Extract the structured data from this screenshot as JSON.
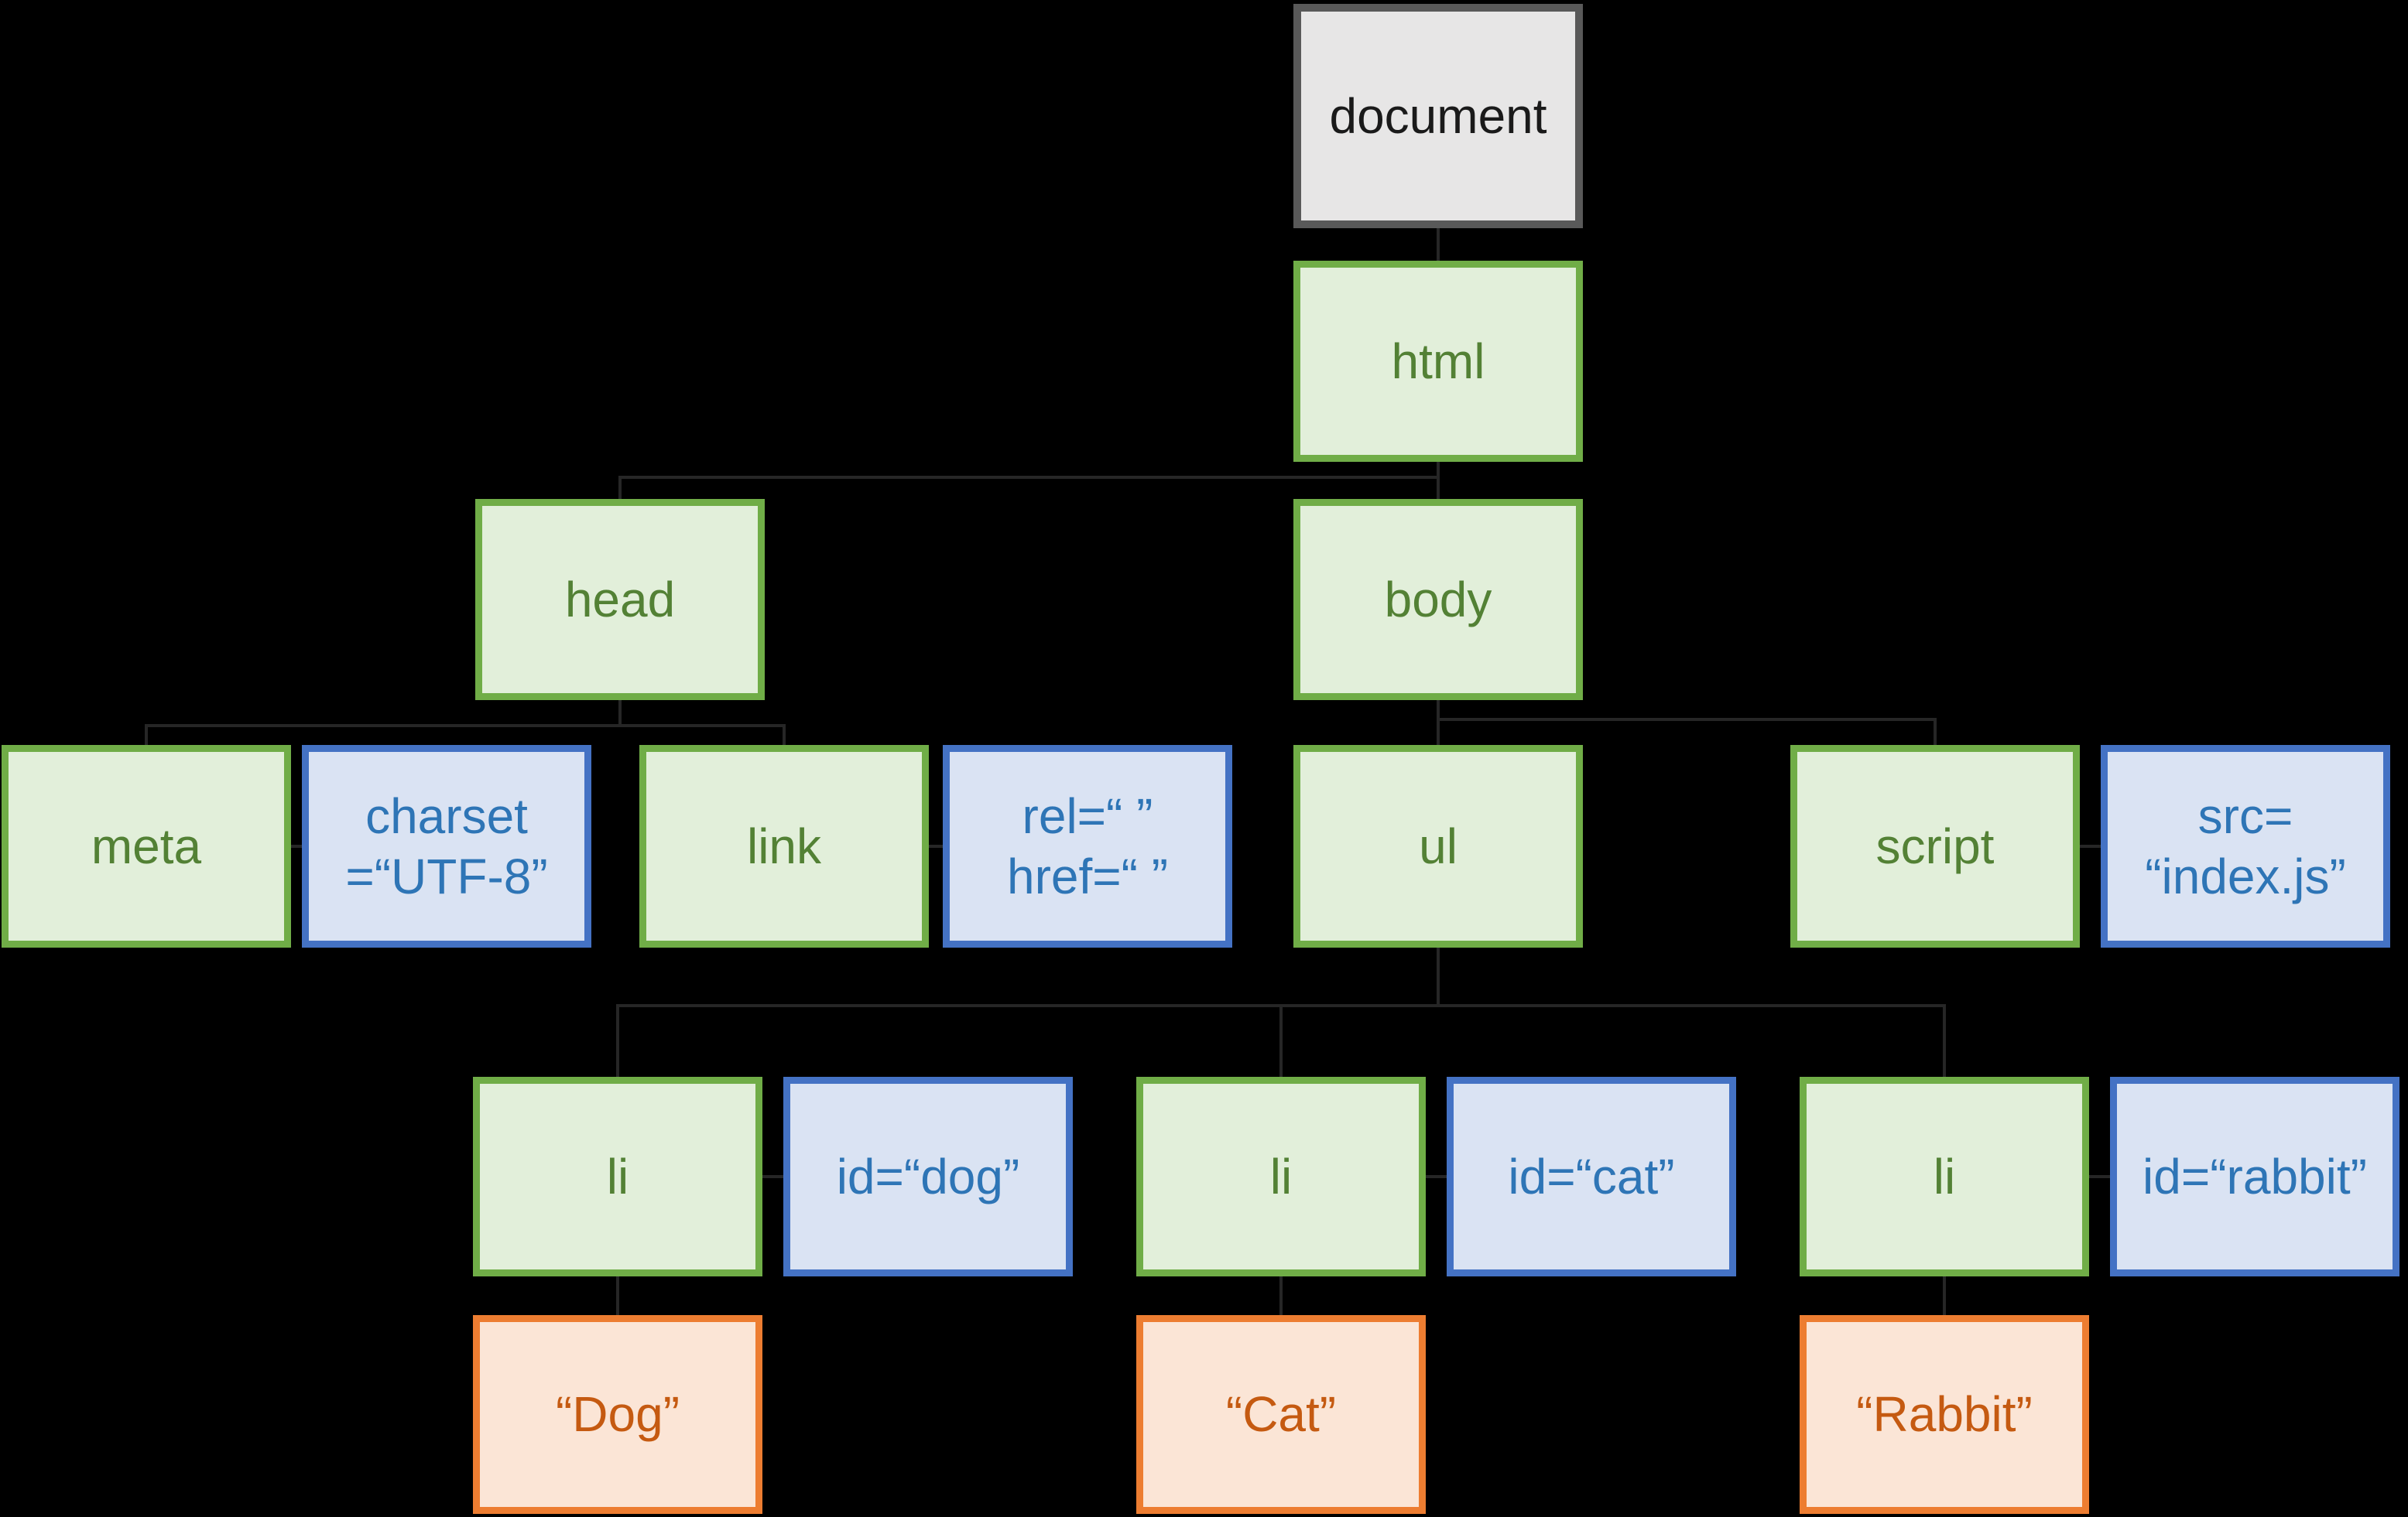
{
  "colors": {
    "background": "#000000",
    "line": "#262626",
    "document_fill": "#e7e6e6",
    "document_border": "#595959",
    "document_text": "#1a1a1a",
    "element_fill": "#e2efda",
    "element_border": "#70ad47",
    "element_text": "#538135",
    "attribute_fill": "#dae3f3",
    "attribute_border": "#4472c4",
    "attribute_text": "#2e75b6",
    "text_fill": "#fbe5d6",
    "text_border": "#ed7d31",
    "text_text": "#c55a11"
  },
  "nodes": {
    "document": {
      "label": "document",
      "type": "document"
    },
    "html": {
      "label": "html",
      "type": "element"
    },
    "head": {
      "label": "head",
      "type": "element"
    },
    "body": {
      "label": "body",
      "type": "element"
    },
    "meta": {
      "label": "meta",
      "type": "element"
    },
    "charset": {
      "label": "charset\n=“UTF-8”",
      "type": "attribute"
    },
    "link": {
      "label": "link",
      "type": "element"
    },
    "rel_href": {
      "label": "rel=“ ”\nhref=“ ”",
      "type": "attribute"
    },
    "ul": {
      "label": "ul",
      "type": "element"
    },
    "script": {
      "label": "script",
      "type": "element"
    },
    "src": {
      "label": "src=\n“index.js”",
      "type": "attribute"
    },
    "li_dog": {
      "label": "li",
      "type": "element"
    },
    "id_dog": {
      "label": "id=“dog”",
      "type": "attribute"
    },
    "li_cat": {
      "label": "li",
      "type": "element"
    },
    "id_cat": {
      "label": "id=“cat”",
      "type": "attribute"
    },
    "li_rabbit": {
      "label": "li",
      "type": "element"
    },
    "id_rabbit": {
      "label": "id=“rabbit”",
      "type": "attribute"
    },
    "text_dog": {
      "label": "“Dog”",
      "type": "text"
    },
    "text_cat": {
      "label": "“Cat”",
      "type": "text"
    },
    "text_rabbit": {
      "label": "“Rabbit”",
      "type": "text"
    }
  },
  "edges": [
    [
      "document",
      "html"
    ],
    [
      "html",
      "head"
    ],
    [
      "html",
      "body"
    ],
    [
      "head",
      "meta"
    ],
    [
      "head",
      "link"
    ],
    [
      "body",
      "ul"
    ],
    [
      "body",
      "script"
    ],
    [
      "ul",
      "li_dog"
    ],
    [
      "ul",
      "li_cat"
    ],
    [
      "ul",
      "li_rabbit"
    ],
    [
      "li_dog",
      "text_dog"
    ],
    [
      "li_cat",
      "text_cat"
    ],
    [
      "li_rabbit",
      "text_rabbit"
    ],
    [
      "meta",
      "charset"
    ],
    [
      "link",
      "rel_href"
    ],
    [
      "script",
      "src"
    ],
    [
      "li_dog",
      "id_dog"
    ],
    [
      "li_cat",
      "id_cat"
    ],
    [
      "li_rabbit",
      "id_rabbit"
    ]
  ]
}
